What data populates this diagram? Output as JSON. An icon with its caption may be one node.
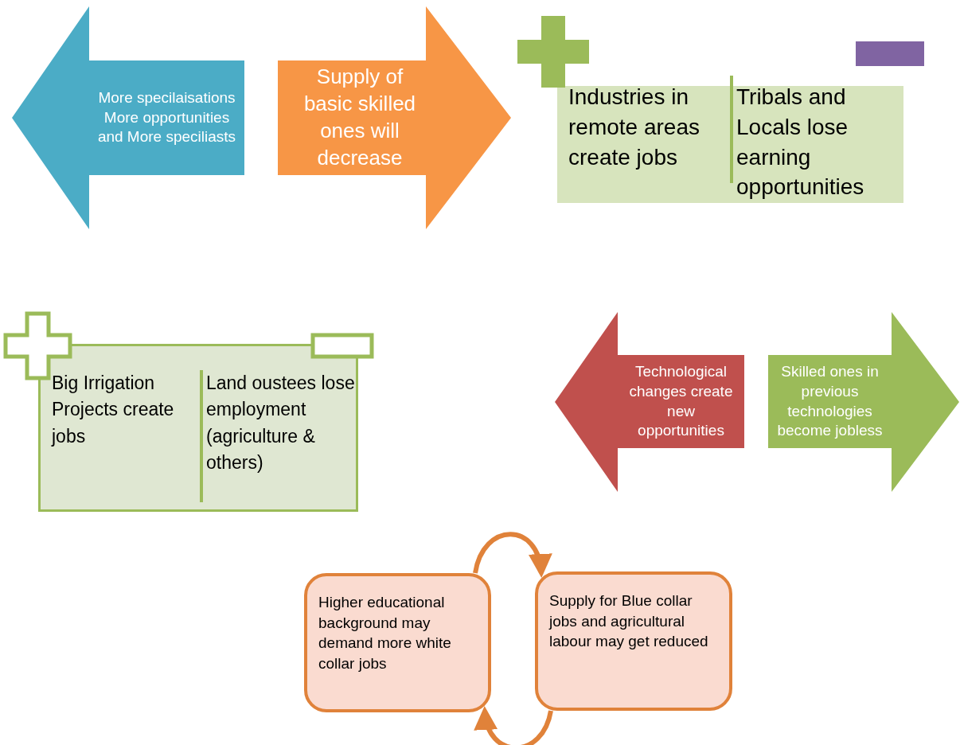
{
  "diagram": {
    "nodes": [
      {
        "text": [
          "More specilaisations More opportunities and More speciliasts"
        ]
      },
      {
        "text": [
          "Supply of basic skilled ones will decrease"
        ]
      },
      {
        "text": [
          "Industries in remote areas create jobs",
          "Tribals and Locals lose earning opportunities"
        ]
      },
      {
        "text": [
          "Big Irrigation Projects create jobs",
          "Land oustees lose employment (agriculture & others)"
        ]
      },
      {
        "text": [
          "Technological changes create new opportunities"
        ]
      },
      {
        "text": [
          "Skilled ones in previous technologies become jobless"
        ]
      },
      {
        "text": [
          "Higher educational background may demand more white collar jobs"
        ]
      },
      {
        "text": [
          "Supply for Blue collar jobs and agricultural labour may get reduced"
        ]
      }
    ],
    "edges": [
      {
        "from": 6,
        "to": 7,
        "arrow": "to"
      },
      {
        "from": 7,
        "to": 6,
        "arrow": "to"
      }
    ]
  }
}
